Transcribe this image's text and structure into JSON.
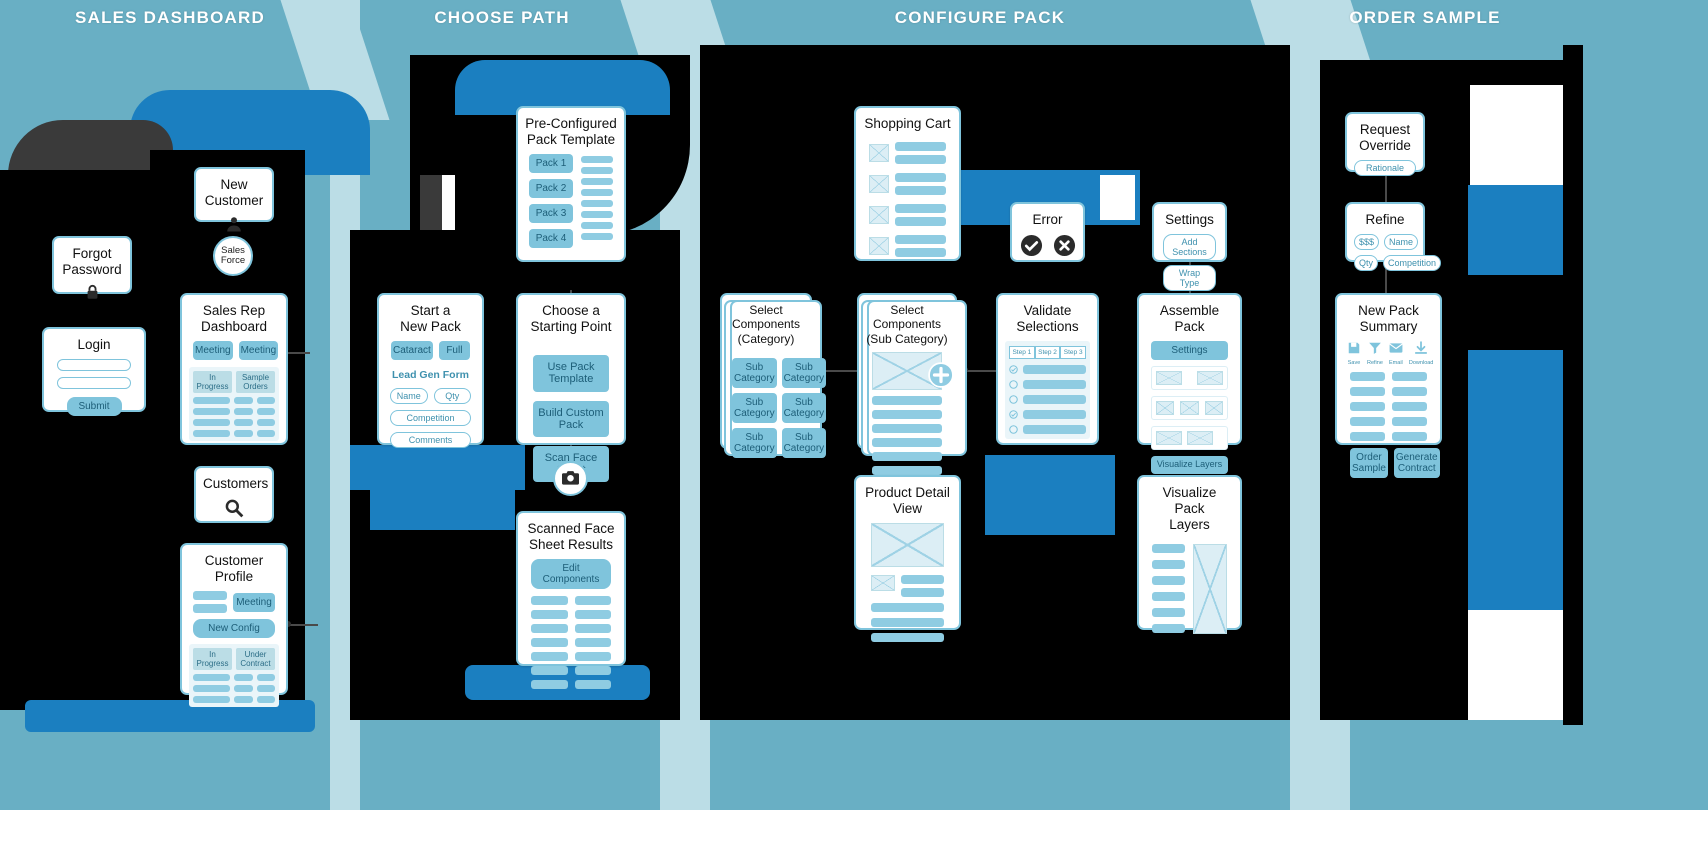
{
  "diagram": {
    "type": "user-flow-wireframe",
    "lanes": [
      {
        "id": "sales-dashboard",
        "title": "SALES DASHBOARD"
      },
      {
        "id": "choose-path",
        "title": "CHOOSE PATH"
      },
      {
        "id": "configure-pack",
        "title": "CONFIGURE PACK"
      },
      {
        "id": "order-sample",
        "title": "ORDER SAMPLE"
      }
    ],
    "colors": {
      "lane_teal": "#69AFC4",
      "lane_pale": "#BBDDE6",
      "card_border": "#7FC4DC",
      "accent_fill": "#8FCCE2",
      "text_blue": "#3f91ae",
      "occlusion": "#000000"
    }
  },
  "cards": {
    "new_customer": {
      "title": "New Customer",
      "icon": "person-icon"
    },
    "forgot_password": {
      "title": "Forgot\nPassword",
      "icon": "lock-icon"
    },
    "login": {
      "title": "Login",
      "submit_label": "Submit",
      "field_count": 2
    },
    "sales_force": {
      "label": "Sales\nForce"
    },
    "sales_rep_dashboard": {
      "title": "Sales Rep\nDashboard",
      "buttons": [
        "Meeting",
        "Meeting"
      ],
      "table_headers": [
        "In Progress",
        "Sample Orders"
      ],
      "row_count": 4
    },
    "customers": {
      "title": "Customers",
      "icon": "magnifier-icon"
    },
    "customer_profile": {
      "title": "Customer\nProfile",
      "meeting_label": "Meeting",
      "new_config_label": "New Config",
      "table_headers": [
        "In Progress",
        "Under Contract"
      ],
      "row_count": 3
    },
    "pre_configured_pack_template": {
      "title": "Pre-Configured\nPack Template",
      "packs": [
        "Pack 1",
        "Pack 2",
        "Pack 3",
        "Pack 4"
      ],
      "line_count": 8
    },
    "start_new_pack": {
      "title": "Start a\nNew Pack",
      "toggle_buttons": [
        "Cataract",
        "Full"
      ],
      "form_label": "Lead Gen Form",
      "fields": [
        "Name",
        "Qty",
        "Competition",
        "Comments"
      ]
    },
    "choose_starting_point": {
      "title": "Choose a\nStarting Point",
      "options": [
        "Use Pack Template",
        "Build Custom Pack",
        "Scan Face Sheet"
      ]
    },
    "camera_node": {
      "icon": "camera-icon"
    },
    "scanned_face_sheet_results": {
      "title": "Scanned Face\nSheet Results",
      "action_label": "Edit Components",
      "row_count": 7
    },
    "shopping_cart": {
      "title": "Shopping Cart",
      "row_count": 4
    },
    "error": {
      "title": "Error",
      "icons": [
        "check-circle-icon",
        "x-circle-icon"
      ]
    },
    "settings": {
      "title": "Settings",
      "options": [
        "Add Sections",
        "Wrap Type"
      ]
    },
    "select_components_category": {
      "title": "Select Components\n(Category)",
      "chips": [
        "Sub Category",
        "Sub Category",
        "Sub Category",
        "Sub Category",
        "Sub Category",
        "Sub Category"
      ]
    },
    "select_components_subcategory": {
      "title": "Select Components\n(Sub Category)",
      "add_icon": "plus-circle-icon",
      "row_count": 6
    },
    "validate_selections": {
      "title": "Validate\nSelections",
      "steps": [
        "Step 1",
        "Step 2",
        "Step 3"
      ],
      "row_count": 5
    },
    "assemble_pack": {
      "title": "Assemble Pack",
      "settings_label": "Settings",
      "visualize_label": "Visualize Layers",
      "tray_rows": [
        2,
        3,
        2
      ]
    },
    "product_detail_view": {
      "title": "Product Detail\nView",
      "row_count": 4
    },
    "visualize_pack_layers": {
      "title": "Visualize Pack\nLayers",
      "row_count": 6
    },
    "request_override": {
      "title": "Request\nOverride",
      "field": "Rationale"
    },
    "refine": {
      "title": "Refine",
      "chips": [
        "$$$",
        "Name",
        "Qty",
        "Competition"
      ]
    },
    "new_pack_summary": {
      "title": "New Pack\nSummary",
      "toolbar": [
        {
          "label": "Save",
          "icon": "save-icon"
        },
        {
          "label": "Refine",
          "icon": "funnel-icon"
        },
        {
          "label": "Email",
          "icon": "envelope-icon"
        },
        {
          "label": "Download",
          "icon": "download-icon"
        }
      ],
      "row_count": 5,
      "actions": [
        "Order\nSample",
        "Generate\nContract"
      ]
    }
  }
}
